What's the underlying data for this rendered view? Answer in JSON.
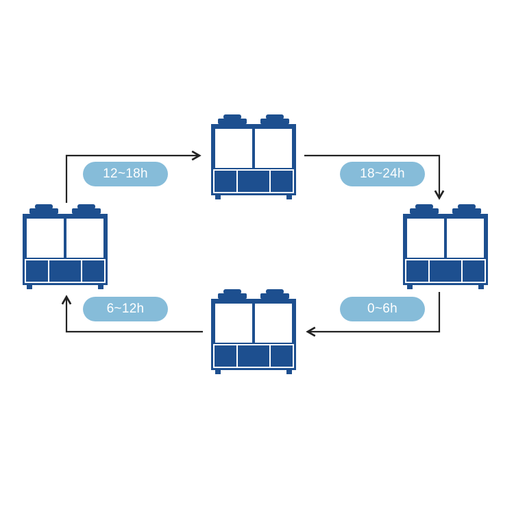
{
  "colors": {
    "unit_body": "#1d4f8f",
    "unit_panel": "#ffffff",
    "label_pill": "#86bcd9",
    "label_text": "#ffffff",
    "arrow": "#222222"
  },
  "cycle": {
    "units": [
      {
        "position": "top",
        "icon": "chiller-unit-icon"
      },
      {
        "position": "right",
        "icon": "chiller-unit-icon"
      },
      {
        "position": "bottom",
        "icon": "chiller-unit-icon"
      },
      {
        "position": "left",
        "icon": "chiller-unit-icon"
      }
    ],
    "labels": {
      "top_left": "12~18h",
      "top_right": "18~24h",
      "bottom_left": "6~12h",
      "bottom_right": "0~6h"
    }
  }
}
